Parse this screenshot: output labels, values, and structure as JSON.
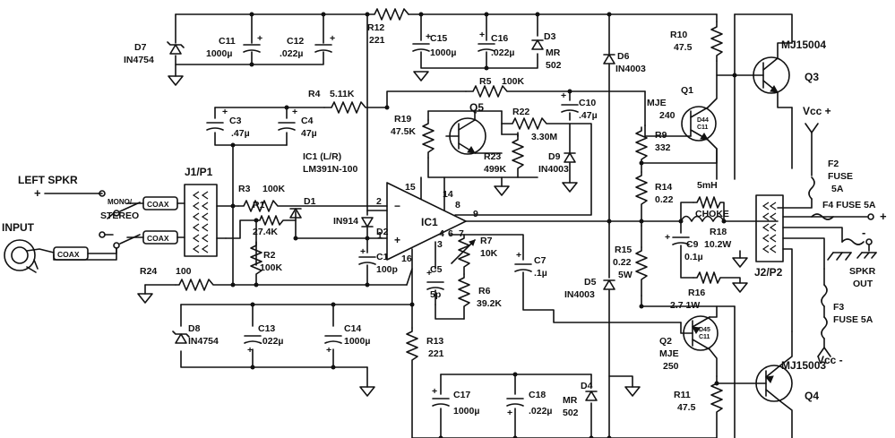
{
  "labels": {
    "d7": "D7",
    "d7v": "IN4754",
    "c11": "C11",
    "c11v": "1000µ",
    "c12": "C12",
    "c12v": ".022µ",
    "r12": "R12",
    "r12v": "221",
    "c15": "C15",
    "c15v": "1000µ",
    "c16": "C16",
    "c16v": ".022µ",
    "d3": "D3",
    "d3v1": "MR",
    "d3v2": "502",
    "d6": "D6",
    "d6v": "IN4003",
    "r10": "R10",
    "r10v": "47.5",
    "q3": "MJ15004",
    "q3n": "Q3",
    "r4": "R4",
    "r4v": "5.11K",
    "r5": "R5",
    "r5v": "100K",
    "c10": "C10",
    "c10v": ".47µ",
    "q1": "Q1",
    "q1t1": "MJE",
    "q1t2": "240",
    "q1i1": "D44",
    "q1i2": "C11",
    "vccp": "Vcc +",
    "c3": "C3",
    "c3v": ".47µ",
    "c4": "C4",
    "c4v": "47µ",
    "q5": "Q5",
    "r22": "R22",
    "r22v": "3.30M",
    "r19": "R19",
    "r19v": "47.5K",
    "r23": "R23",
    "r23v": "499K",
    "d9": "D9",
    "d9v": "IN4003",
    "r9": "R9",
    "r9v": "332",
    "ic1a": "IC1 (L/R)",
    "ic1b": "LM391N-100",
    "f2": "F2",
    "f2b": "FUSE",
    "f2v": "5A",
    "leftspkr": "LEFT SPKR",
    "plus": "+",
    "mono": "MONO/",
    "stereo": "STEREO",
    "j1": "J1/P1",
    "r3": "R3",
    "r3v": "100K",
    "r14": "R14",
    "r14v": "0.22",
    "l5": "5mH",
    "choke": "CHOKE",
    "f4": "F4 FUSE 5A",
    "f4p": "+",
    "input": "INPUT",
    "coax1": "COAX",
    "coax2": "COAX",
    "coax3": "COAX",
    "r1": "R1",
    "r1v": "27.4K",
    "d1": "D1",
    "d1v": "IN914",
    "d2": "D2",
    "ic1": "IC1",
    "p15": "15",
    "p14": "14",
    "p8": "8",
    "p9": "9",
    "p2": "2",
    "p1": "1",
    "p16": "16",
    "p3": "3",
    "p6": "6",
    "p7": "7",
    "p4": "4",
    "r18": "R18",
    "r18v": "10.2W",
    "c9": "C9",
    "c9v": "0.1µ",
    "spkr": "SPKR",
    "out": "OUT",
    "minus": "-",
    "r2": "R2",
    "r2v": "100K",
    "c1": "C1",
    "c1v": "100p",
    "r7": "R7",
    "r7v": "10K",
    "c7": "C7",
    "c7v": ".1µ",
    "r15": "R15",
    "r15v": "0.22",
    "r15w": "5W",
    "r16": "R16",
    "r16v": "2.7 1W",
    "j2": "J2/P2",
    "r24": "R24",
    "r24v": "100",
    "c5": "C5",
    "c5v": "5p",
    "r6": "R6",
    "r6v": "39.2K",
    "d5": "D5",
    "d5v": "IN4003",
    "f3": "F3",
    "f3v": "FUSE 5A",
    "d8": "D8",
    "d8v": "IN4754",
    "c13": "C13",
    "c13v": ".022µ",
    "c14": "C14",
    "c14v": "1000µ",
    "q2": "Q2",
    "q2t1": "MJE",
    "q2t2": "250",
    "q2i1": "D45",
    "q2i2": "C11",
    "vccm": "Vcc -",
    "r13": "R13",
    "r13v": "221",
    "q4": "MJ15003",
    "q4n": "Q4",
    "c17": "C17",
    "c17v": "1000µ",
    "c18": "C18",
    "c18v": ".022µ",
    "d4": "D4",
    "d4v1": "MR",
    "d4v2": "502",
    "r11": "R11",
    "r11v": "47.5"
  }
}
